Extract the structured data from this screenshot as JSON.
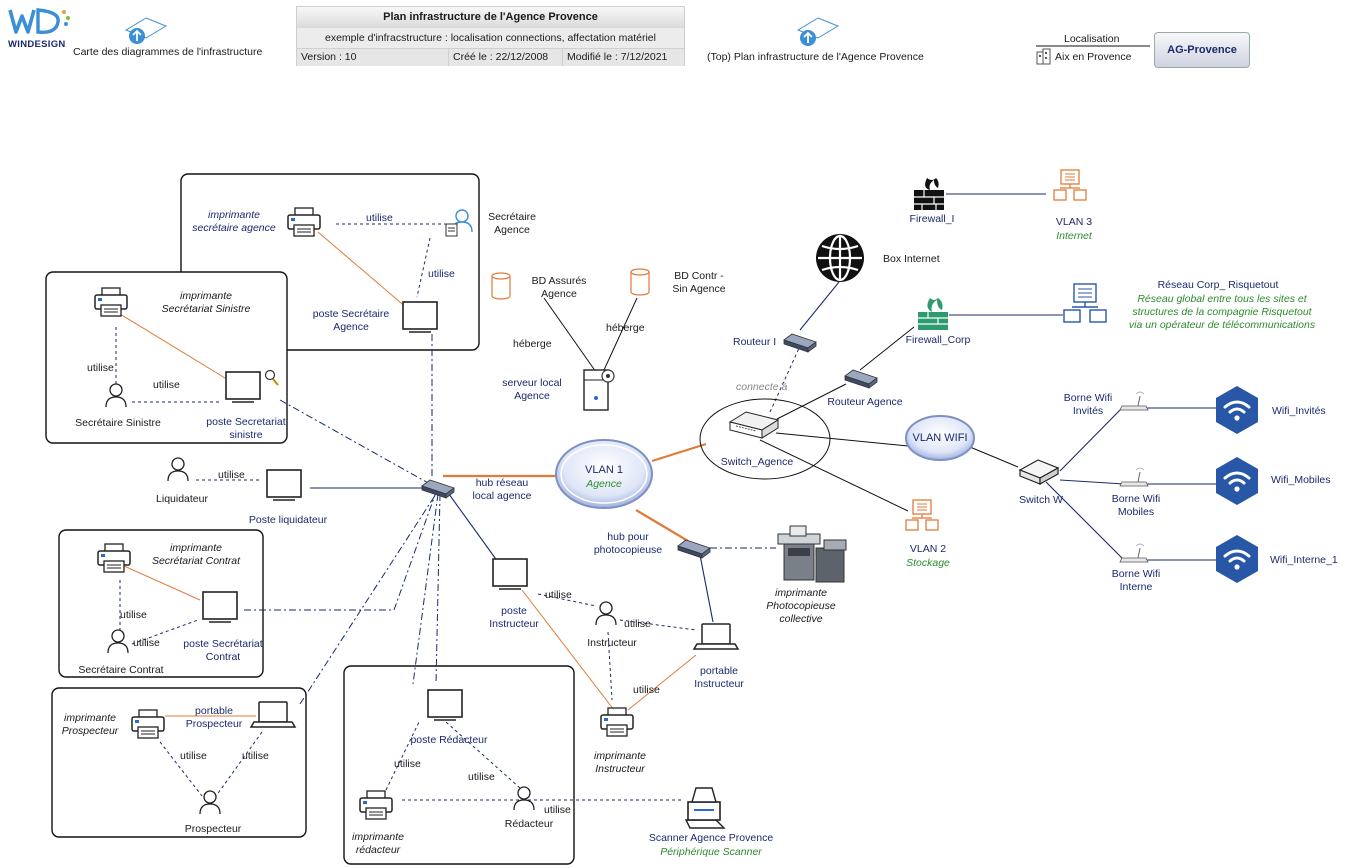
{
  "logo": {
    "brand": "WINDESIGN"
  },
  "header": {
    "link_map": "Carte des diagrammes de l'infrastructure",
    "title": "Plan infrastructure  de l'Agence Provence",
    "subtitle": "exemple d'infracstructure : localisation connections, affectation matériel",
    "version": "Version : 10",
    "created": "Créé le : 22/12/2008",
    "modified": "Modifié le : 7/12/2021",
    "link_top": "(Top) Plan infrastructure  de l'Agence Provence",
    "localisation_label": "Localisation",
    "localisation_value": "Aix en Provence",
    "ag_button": "AG-Provence"
  },
  "labels": {
    "imp_secr_agence": [
      "imprimante",
      "secrétaire agence"
    ],
    "secretaire_agence": [
      "Secrétaire",
      "Agence"
    ],
    "poste_secr_agence": [
      "poste Secrétaire",
      "Agence"
    ],
    "utilise": "utilise",
    "imp_secr_sinistre": [
      "imprimante",
      "Secrétariat Sinistre"
    ],
    "secretaire_sinistre": "Secrétaire Sinistre",
    "poste_secr_sinistre": [
      "poste Secretariat",
      "sinistre"
    ],
    "bd_assures": [
      "BD Assurés",
      "Agence"
    ],
    "bd_contr": [
      "BD Contr -",
      "Sin Agence"
    ],
    "heberge": "héberge",
    "serveur_local": [
      "serveur local",
      "Agence"
    ],
    "liquidateur": "Liquidateur",
    "poste_liquidateur": "Poste liquidateur",
    "hub_reseau": [
      "hub réseau",
      "local agence"
    ],
    "vlan1": "VLAN 1",
    "vlan1_sub": "Agence",
    "imp_secr_contrat": [
      "imprimante",
      "Secrétariat Contrat"
    ],
    "secretaire_contrat": "Secrétaire Contrat",
    "poste_secr_contrat": [
      "poste Secrétariat",
      "Contrat"
    ],
    "hub_photocopieuse": [
      "hub pour",
      "photocopieuse"
    ],
    "imp_photocopieuse": [
      "imprimante",
      "Photocopieuse",
      "collective"
    ],
    "poste_instructeur": [
      "poste",
      "Instructeur"
    ],
    "instructeur": "Instructeur",
    "portable_instructeur": [
      "portable",
      "Instructeur"
    ],
    "imp_instructeur": [
      "imprimante",
      "Instructeur"
    ],
    "imp_prospecteur": [
      "imprimante",
      "Prospecteur"
    ],
    "portable_prospecteur": [
      "portable",
      "Prospecteur"
    ],
    "prospecteur": "Prospecteur",
    "poste_redacteur": "poste Rédacteur",
    "imp_redacteur": [
      "imprimante",
      "rédacteur"
    ],
    "redacteur": "Rédacteur",
    "scanner": "Scanner Agence Provence",
    "scanner_sub": "Périphérique Scanner",
    "firewall_i": "Firewall_I",
    "vlan3": "VLAN 3",
    "vlan3_sub": "Internet",
    "box_internet": "Box Internet",
    "routeur_i": "Routeur I",
    "connecte_a": "connecte à",
    "firewall_corp": "Firewall_Corp",
    "reseau_corp": "Réseau Corp_ Risquetout",
    "reseau_corp_desc": [
      "Réseau global entre tous les sites et",
      "structures de la compagnie Risquetout",
      "via un opérateur de télécommunications"
    ],
    "routeur_agence": "Routeur Agence",
    "switch_agence": "Switch_Agence",
    "vlan_wifi": "VLAN WIFI",
    "vlan2": "VLAN 2",
    "vlan2_sub": "Stockage",
    "switch_w": "Switch W",
    "borne_invites": [
      "Borne Wifi",
      "Invités"
    ],
    "borne_mobiles": [
      "Borne Wifi",
      "Mobiles"
    ],
    "borne_interne": [
      "Borne Wifi",
      "Interne"
    ],
    "wifi_invites": "Wifi_Invités",
    "wifi_mobiles": "Wifi_Mobiles",
    "wifi_interne": "Wifi_Interne_1"
  },
  "colors": {
    "navy": "#1a2a6c",
    "orange": "#e07b39",
    "green": "#2e8b2e",
    "wifi_blue": "#2757a6"
  }
}
